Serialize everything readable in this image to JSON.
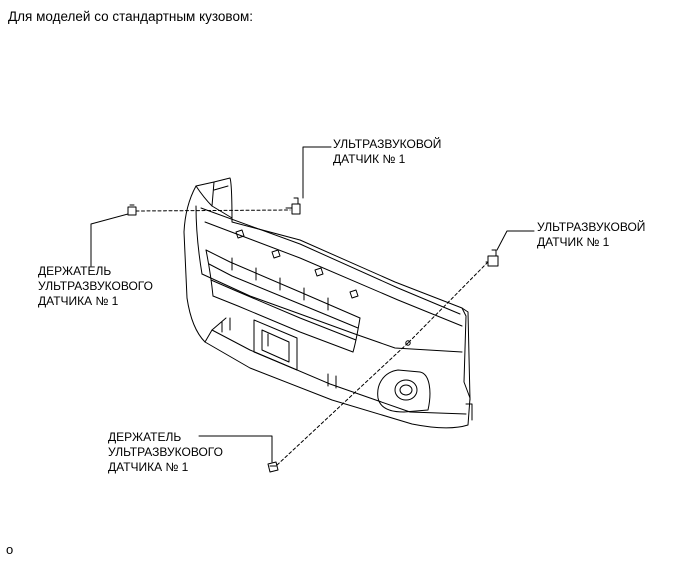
{
  "heading": "Для моделей со стандартным кузовом:",
  "labels": {
    "sensor_top": [
      "УЛЬТРАЗВУКОВОЙ",
      "ДАТЧИК № 1"
    ],
    "sensor_right": [
      "УЛЬТРАЗВУКОВОЙ",
      "ДАТЧИК № 1"
    ],
    "holder_left": [
      "ДЕРЖАТЕЛЬ",
      "УЛЬТРАЗВУКОВОГО",
      "ДАТЧИКА № 1"
    ],
    "holder_bottom": [
      "ДЕРЖАТЕЛЬ",
      "УЛЬТРАЗВУКОВОГО",
      "ДАТЧИКА № 1"
    ]
  },
  "footer_mark": "o",
  "colors": {
    "line": "#000000",
    "background": "#ffffff"
  }
}
